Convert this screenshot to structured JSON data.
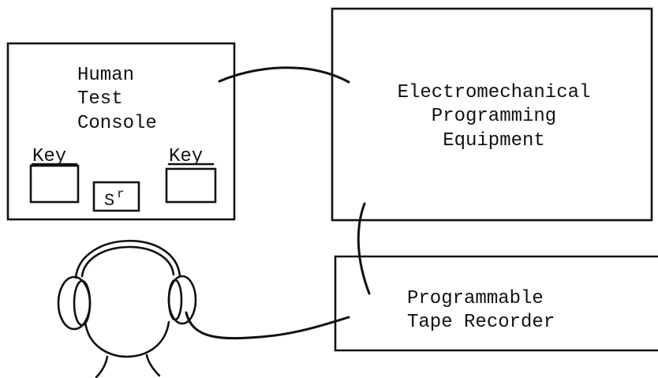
{
  "console": {
    "line1": "Human",
    "line2": "Test",
    "line3": "Console",
    "key_left_label": "Key",
    "key_right_label": "Key",
    "sr_base": "S",
    "sr_sup": "r"
  },
  "equipment": {
    "line1": "Electromechanical",
    "line2": "Programming",
    "line3": "Equipment"
  },
  "recorder": {
    "line1": "Programmable",
    "line2": "Tape Recorder"
  }
}
